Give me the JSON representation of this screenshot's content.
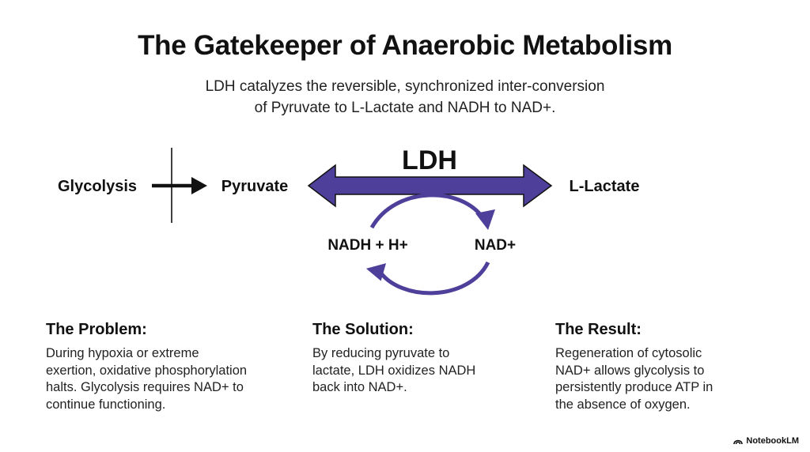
{
  "title": "The Gatekeeper of Anaerobic Metabolism",
  "subtitle": {
    "line1": "LDH catalyzes the reversible, synchronized inter-conversion",
    "line2": "of Pyruvate to L-Lactate and NADH to NAD+."
  },
  "diagram": {
    "glycolysis": "Glycolysis",
    "pyruvate": "Pyruvate",
    "enzyme": "LDH",
    "lactate": "L-Lactate",
    "nadh": "NADH + H+",
    "nad": "NAD+",
    "arrow_color": "#4d3f9a"
  },
  "columns": [
    {
      "heading": "The Problem:",
      "lines": [
        "During hypoxia or extreme",
        "exertion, oxidative phosphorylation",
        "halts. Glycolysis requires NAD+ to",
        "continue functioning."
      ]
    },
    {
      "heading": "The Solution:",
      "lines": [
        "By reducing pyruvate to",
        "lactate, LDH oxidizes NADH",
        "back into NAD+."
      ]
    },
    {
      "heading": "The Result:",
      "lines": [
        "Regeneration of cytosolic",
        "NAD+ allows glycolysis to",
        "persistently produce ATP in",
        "the absence of oxygen."
      ]
    }
  ],
  "brand": "NotebookLM"
}
